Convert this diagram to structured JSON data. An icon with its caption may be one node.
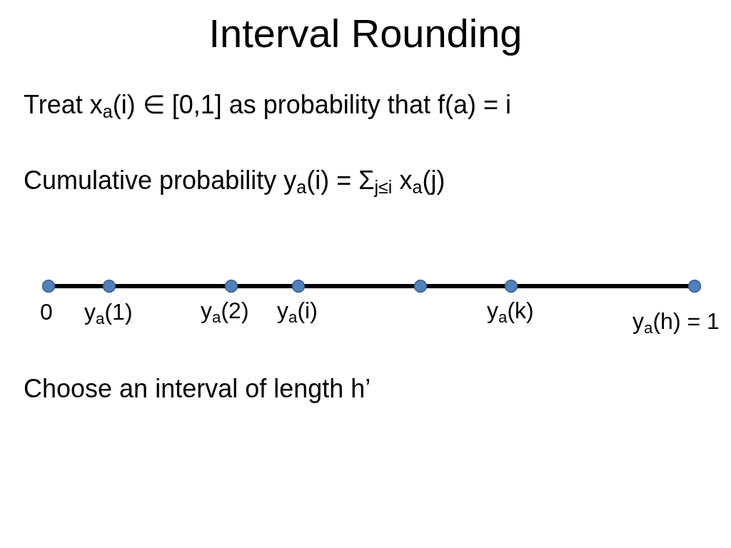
{
  "diagram": {
    "title": "Interval Rounding",
    "labels": [
      "Treat x$_{a}$(i) ∈ [0,1] as probability that f(a) = i",
      "Cumulative probability y$_{a}$(i) = Σ$_{j≤i}$ x$_{a}$(j)",
      "0",
      "y$_{a}$(1)",
      "y$_{a}$(2)",
      "y$_{a}$(i)",
      "y$_{a}$(k)",
      "y$_{a}$(h) = 1",
      "Choose an interval of length h’"
    ]
  }
}
